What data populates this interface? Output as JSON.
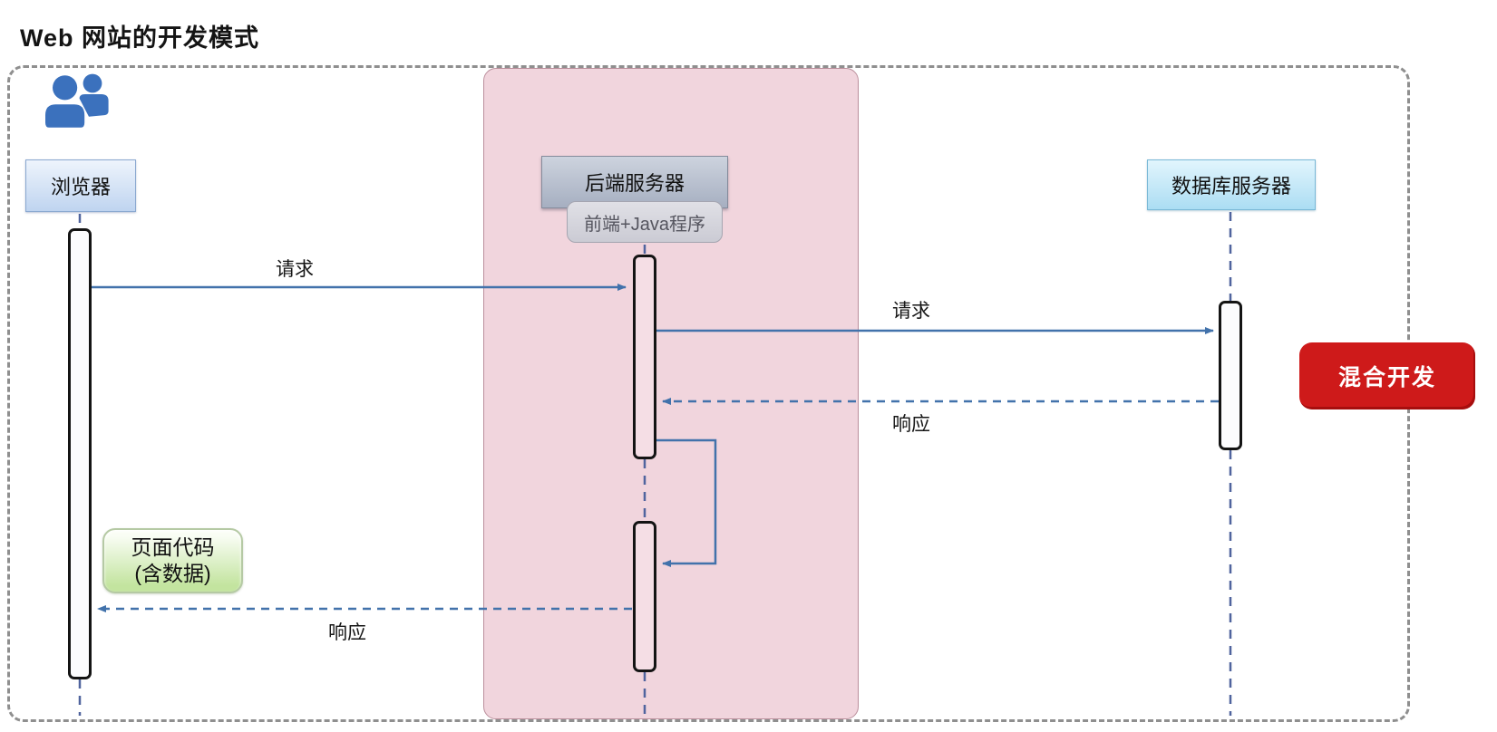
{
  "title": "Web 网站的开发模式",
  "actors": {
    "browser": {
      "label": "浏览器"
    },
    "backend": {
      "label": "后端服务器",
      "sub_label": "前端+Java程序"
    },
    "database": {
      "label": "数据库服务器"
    }
  },
  "messages": {
    "browser_to_backend": "请求",
    "backend_to_db": "请求",
    "db_to_backend": "响应",
    "backend_to_browser": "响应"
  },
  "note": {
    "line1": "页面代码",
    "line2": "(含数据)"
  },
  "badge": {
    "label": "混合开发"
  },
  "icons": {
    "users": "users-icon"
  },
  "colors": {
    "arrow": "#4272ab",
    "lifeline": "#50649e",
    "pink": "#f1d5dd",
    "red": "#ce1a1a",
    "iconblue": "#3b71bd",
    "ink": "#1a1a1a"
  }
}
